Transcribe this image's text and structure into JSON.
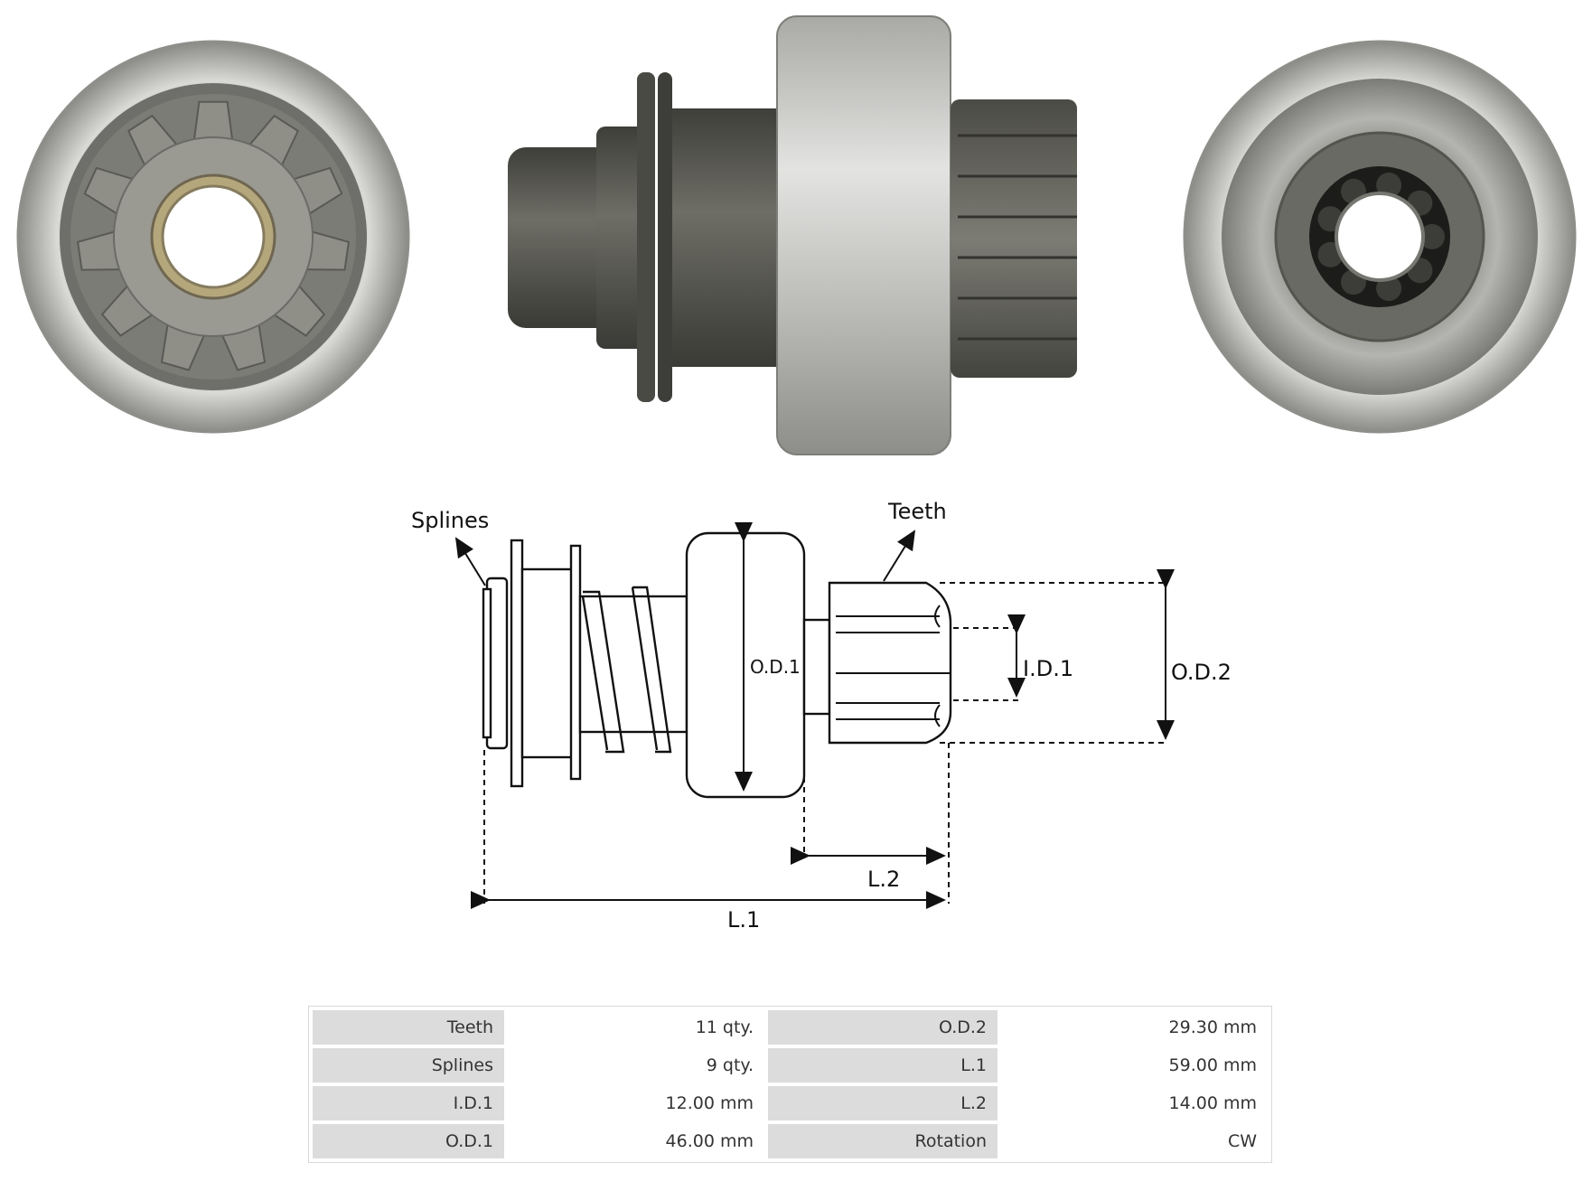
{
  "diagram": {
    "labels": {
      "splines": "Splines",
      "teeth": "Teeth",
      "od1": "O.D.1",
      "id1": "I.D.1",
      "od2": "O.D.2",
      "l2": "L.2",
      "l1": "L.1"
    }
  },
  "specs": {
    "rows": [
      {
        "label_a": "Teeth",
        "value_a": "11 qty.",
        "label_b": "O.D.2",
        "value_b": "29.30 mm"
      },
      {
        "label_a": "Splines",
        "value_a": "9 qty.",
        "label_b": "L.1",
        "value_b": "59.00 mm"
      },
      {
        "label_a": "I.D.1",
        "value_a": "12.00 mm",
        "label_b": "L.2",
        "value_b": "14.00 mm"
      },
      {
        "label_a": "O.D.1",
        "value_a": "46.00 mm",
        "label_b": "Rotation",
        "value_b": "CW"
      }
    ]
  },
  "colors": {
    "metal_dark": "#55554f",
    "metal_light": "#c8c8c6",
    "label_bg": "#dcdcdc"
  }
}
